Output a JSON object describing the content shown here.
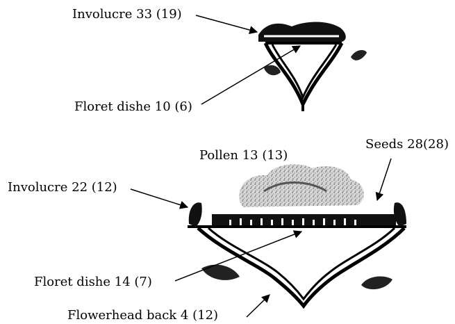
{
  "diagram": {
    "top_flower": {
      "involucre_label": "Involucre 33 (19)",
      "floret_dish_label": "Floret dishe 10 (6)"
    },
    "bottom_flower": {
      "pollen_label": "Pollen 13 (13)",
      "seeds_label": "Seeds 28(28)",
      "involucre_label": "Involucre 22 (12)",
      "floret_dish_label": "Floret dishe 14 (7)",
      "flowerhead_back_label": "Flowerhead back 4 (12)"
    }
  }
}
